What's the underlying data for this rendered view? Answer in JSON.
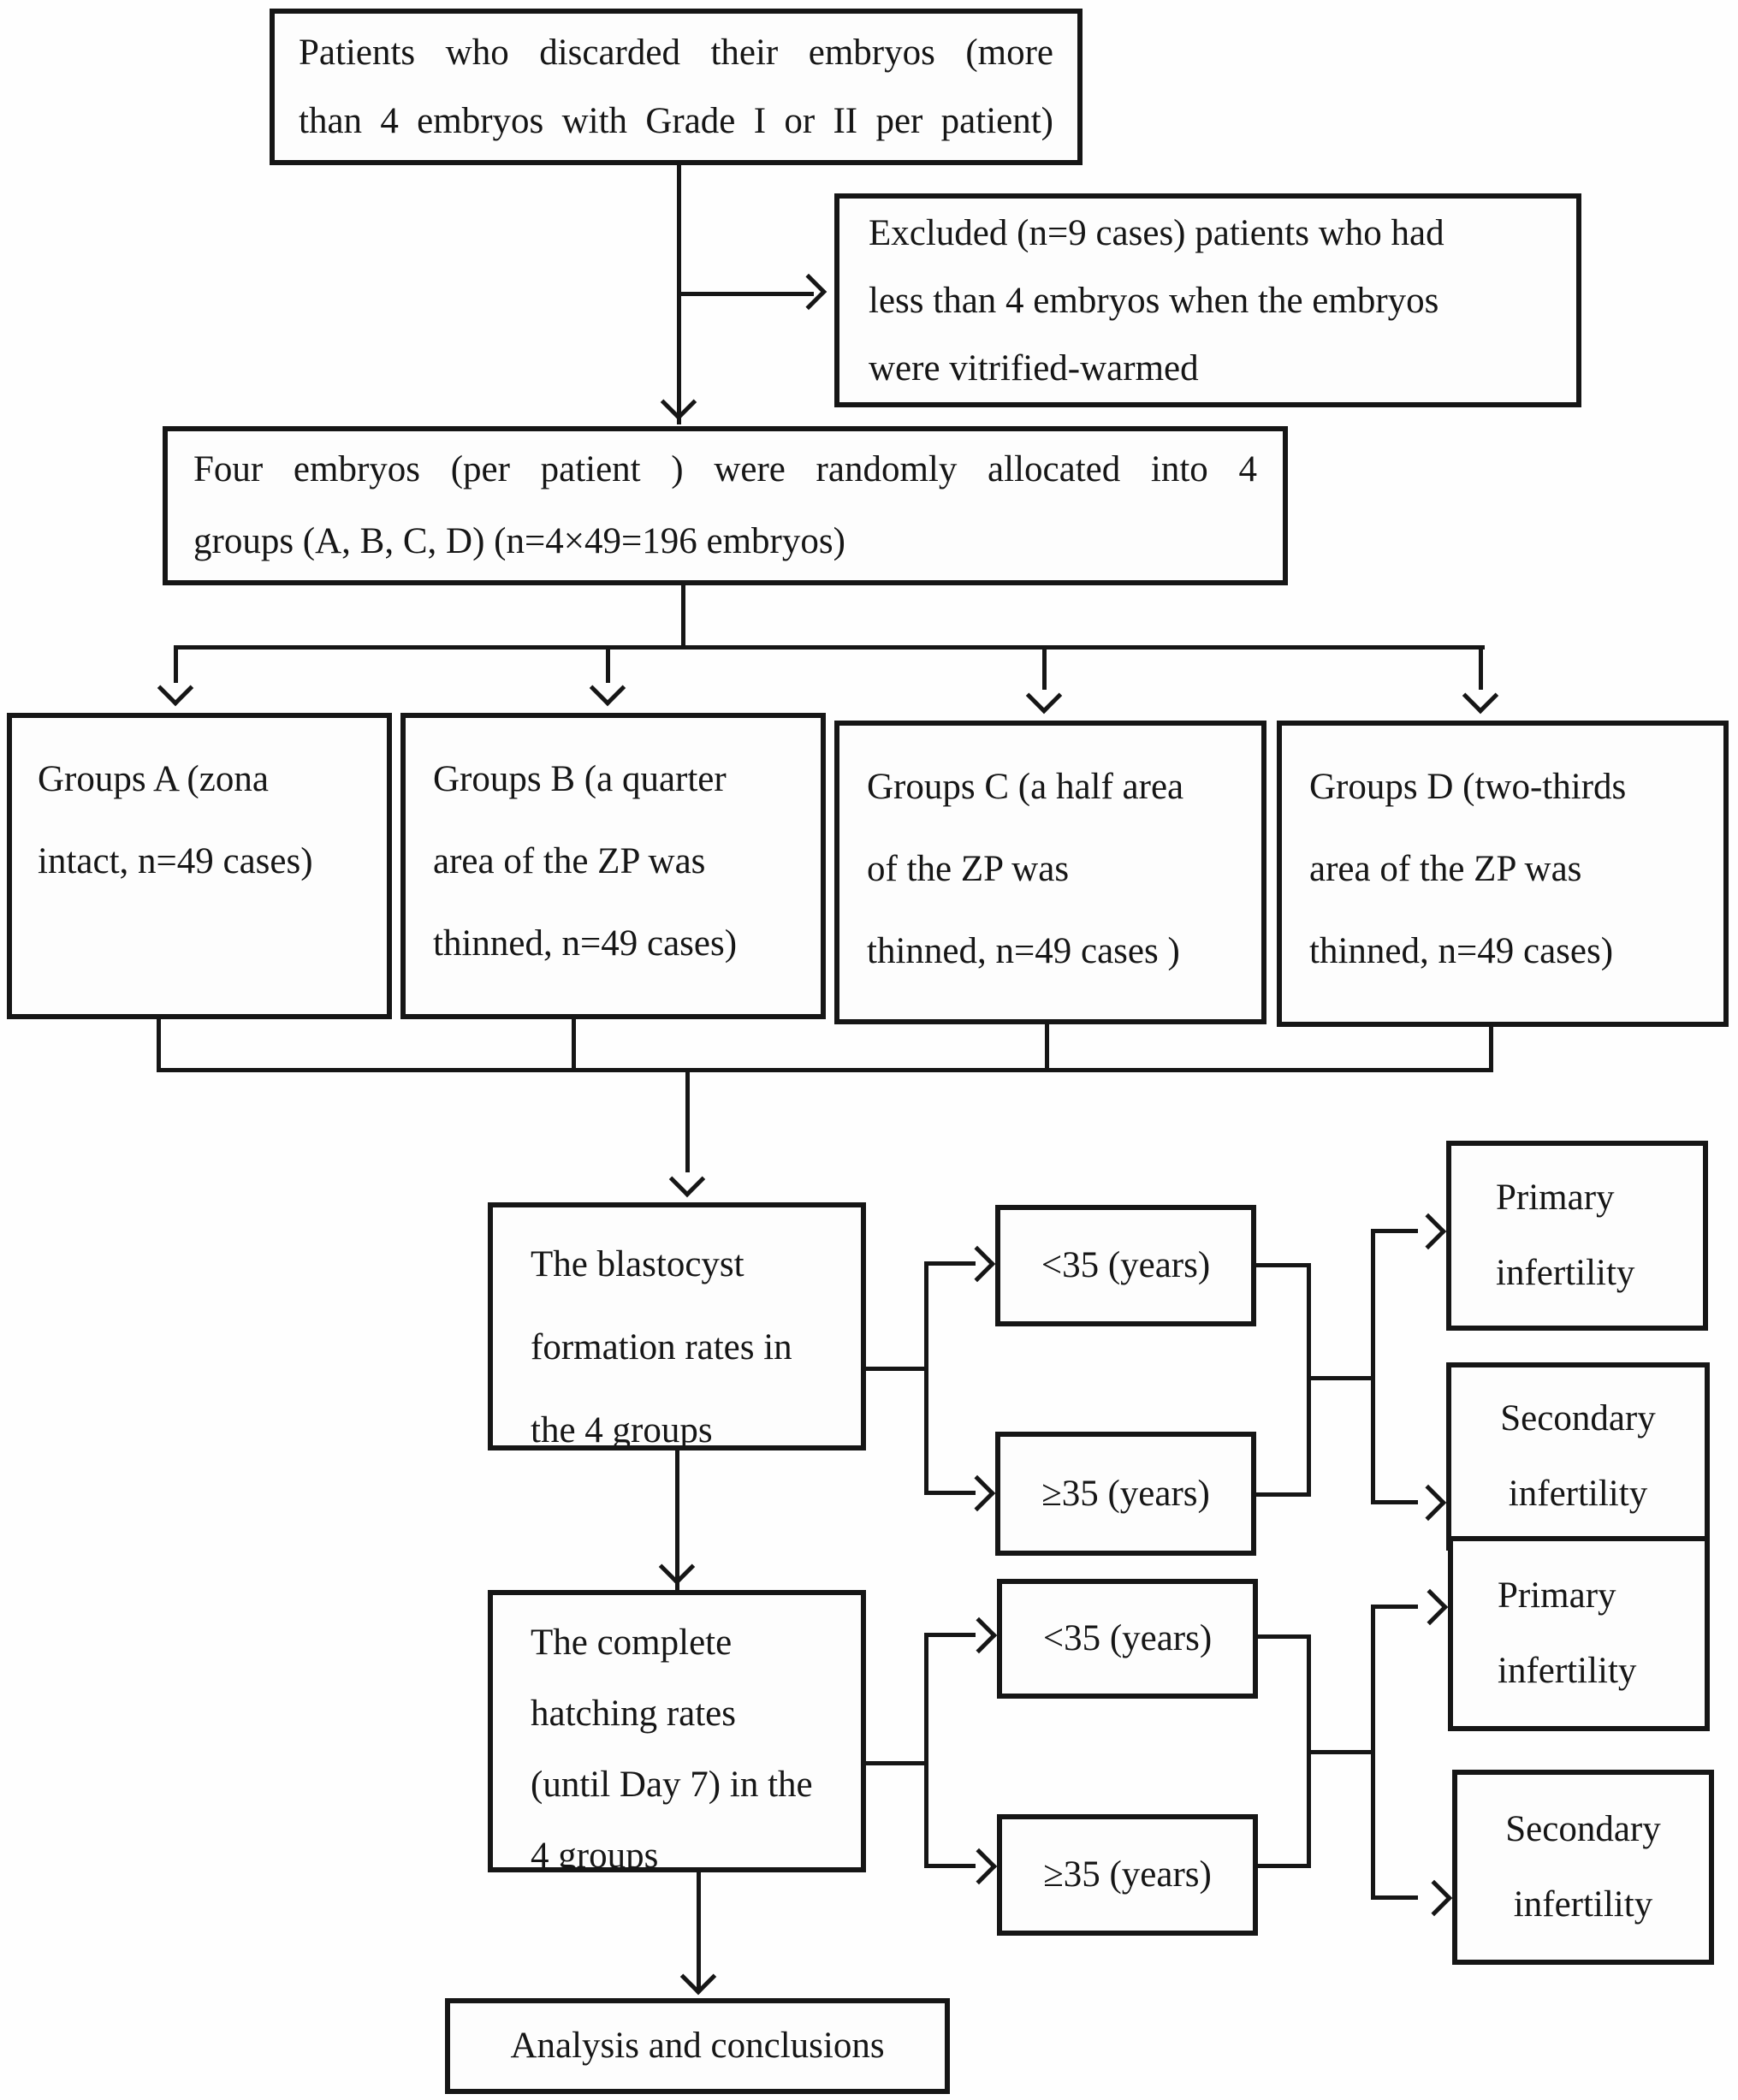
{
  "diagram": {
    "colors": {
      "ink": "#161616",
      "paper": "#fefefe"
    },
    "boxes": {
      "patients": {
        "lines": [
          "Patients who discarded their embryos (more",
          "than 4 embryos with Grade I or II per patient)"
        ]
      },
      "excluded": {
        "lines": [
          "Excluded (n=9 cases) patients who had",
          "less than 4 embryos when the embryos",
          "were vitrified-warmed"
        ]
      },
      "allocation": {
        "lines": [
          "Four embryos (per patient ) were randomly allocated into 4",
          "groups (A, B, C, D) (n=4×49=196 embryos)"
        ]
      },
      "group_a": {
        "lines": [
          "Groups A (zona",
          "intact, n=49 cases)"
        ]
      },
      "group_b": {
        "lines": [
          "Groups B (a quarter",
          "area of the ZP was",
          "thinned, n=49 cases)"
        ]
      },
      "group_c": {
        "lines": [
          "Groups C (a half area",
          "of the ZP was",
          "thinned, n=49 cases )"
        ]
      },
      "group_d": {
        "lines": [
          "Groups D (two-thirds",
          "area of the ZP was",
          "thinned, n=49 cases)"
        ]
      },
      "blastocyst": {
        "lines": [
          "The blastocyst",
          "formation rates in",
          "the 4 groups"
        ]
      },
      "hatching": {
        "lines": [
          "The complete",
          "hatching rates",
          "(until Day 7) in the",
          "4 groups"
        ]
      },
      "lt35_first": {
        "label": "<35 (years)"
      },
      "ge35_first": {
        "label": "≥35 (years)"
      },
      "primary_first": {
        "lines": [
          "Primary",
          "infertility"
        ]
      },
      "secondary_first": {
        "lines": [
          "Secondary",
          "infertility"
        ]
      },
      "lt35_second": {
        "label": "<35 (years)"
      },
      "ge35_second": {
        "label": "≥35 (years)"
      },
      "primary_second": {
        "lines": [
          "Primary",
          "infertility"
        ]
      },
      "secondary_second": {
        "lines": [
          "Secondary",
          "infertility"
        ]
      },
      "analysis": {
        "label": "Analysis and conclusions"
      }
    }
  }
}
